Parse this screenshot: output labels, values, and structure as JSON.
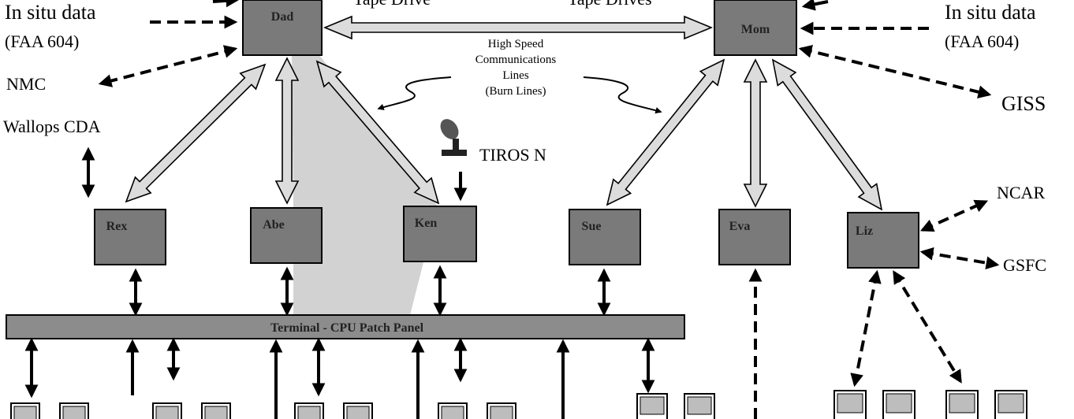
{
  "nodes": {
    "dad": "Dad",
    "mom": "Mom",
    "rex": "Rex",
    "abe": "Abe",
    "ken": "Ken",
    "sue": "Sue",
    "eva": "Eva",
    "liz": "Liz"
  },
  "labels": {
    "in_situ_left": "In situ data",
    "faa_left": "(FAA 604)",
    "nmc": "NMC",
    "wallops": "Wallops CDA",
    "tape_drive_left": "Tape Drive",
    "tape_drives_right": "Tape Drives",
    "comm_line1": "High Speed",
    "comm_line2": "Communications",
    "comm_line3": "Lines",
    "comm_line4": "(Burn Lines)",
    "tiros": "TIROS N",
    "in_situ_right": "In situ data",
    "faa_right": "(FAA 604)",
    "giss": "GISS",
    "ncar": "NCAR",
    "gsfc": "GSFC",
    "patch_panel": "Terminal - CPU Patch Panel"
  },
  "colors": {
    "node_fill": "#7a7a7a",
    "arrow_fill": "#dcdcdc",
    "shade": "#d2d2d2"
  }
}
